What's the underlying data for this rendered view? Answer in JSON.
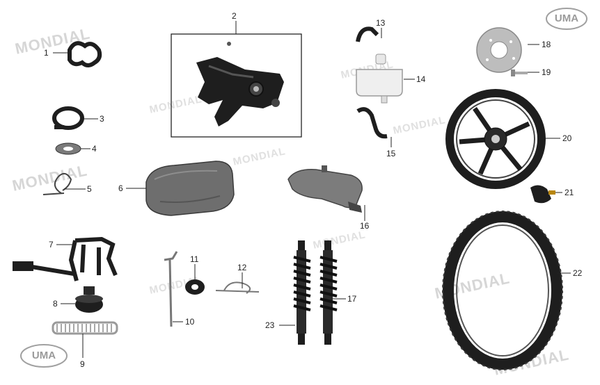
{
  "brand": {
    "watermark": "MONDIAL",
    "logo": "UMA"
  },
  "colors": {
    "part_dark": "#1e1e1e",
    "part_gray": "#6e6e6e",
    "part_light": "#cfcfcf",
    "leader": "#222222",
    "watermark": "#d6d6d6"
  },
  "parts": [
    {
      "id": "1",
      "icon": "rubber-clamp-icon"
    },
    {
      "id": "2",
      "icon": "swingarm-bracket-icon"
    },
    {
      "id": "3",
      "icon": "hose-clip-icon"
    },
    {
      "id": "4",
      "icon": "seal-ring-icon"
    },
    {
      "id": "5",
      "icon": "spring-clip-icon"
    },
    {
      "id": "6",
      "icon": "transmission-cover-icon"
    },
    {
      "id": "7",
      "icon": "center-stand-icon"
    },
    {
      "id": "8",
      "icon": "rubber-stopper-icon"
    },
    {
      "id": "9",
      "icon": "stand-spring-icon"
    },
    {
      "id": "10",
      "icon": "brake-rod-icon"
    },
    {
      "id": "11",
      "icon": "washer-icon"
    },
    {
      "id": "12",
      "icon": "r-clip-icon"
    },
    {
      "id": "13",
      "icon": "short-hose-icon"
    },
    {
      "id": "14",
      "icon": "reservoir-tank-icon"
    },
    {
      "id": "15",
      "icon": "long-hose-icon"
    },
    {
      "id": "16",
      "icon": "rear-fender-icon"
    },
    {
      "id": "17",
      "icon": "shock-absorber-icon"
    },
    {
      "id": "18",
      "icon": "brake-disc-icon"
    },
    {
      "id": "19",
      "icon": "bolt-icon"
    },
    {
      "id": "20",
      "icon": "rear-rim-icon"
    },
    {
      "id": "21",
      "icon": "valve-icon"
    },
    {
      "id": "22",
      "icon": "tire-icon"
    },
    {
      "id": "23",
      "icon": "shock-absorber-icon"
    }
  ]
}
